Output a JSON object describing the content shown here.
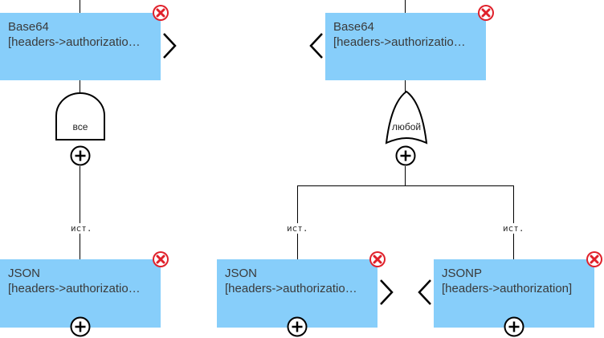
{
  "nodes": {
    "left_top": {
      "title": "Base64",
      "path": "[headers->authorizatio…"
    },
    "right_top": {
      "title": "Base64",
      "path": "[headers->authorizatio…"
    },
    "left_bottom": {
      "title": "JSON",
      "path": "[headers->authorizatio…"
    },
    "mid_bottom": {
      "title": "JSON",
      "path": "[headers->authorizatio…"
    },
    "right_bottom": {
      "title": "JSONP",
      "path": "[headers->authorization]"
    }
  },
  "gates": {
    "and": {
      "label": "все"
    },
    "or": {
      "label": "любой"
    }
  },
  "edges": {
    "left": {
      "label": "ист."
    },
    "mid": {
      "label": "ист."
    },
    "right": {
      "label": "ист."
    }
  },
  "colors": {
    "node_fill": "#87CEFA",
    "close_red": "#e0202a"
  }
}
